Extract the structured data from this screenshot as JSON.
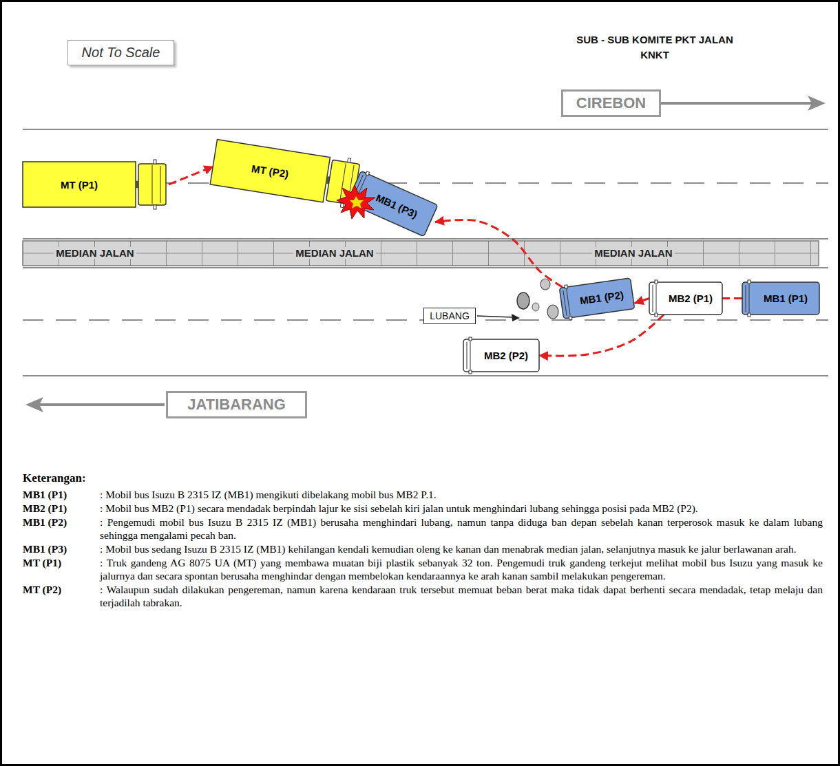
{
  "diagram": {
    "title": "SUB - SUB KOMITE PKT JALAN KNKT",
    "nodes": [
      {
        "text": [
          "Not To Scale"
        ]
      },
      {
        "text": [
          "CIREBON"
        ]
      },
      {
        "text": [
          "MT (P1)"
        ]
      },
      {
        "text": [
          "MT (P2)"
        ]
      },
      {
        "text": [
          "MB1 (P3)"
        ]
      },
      {
        "text": [
          "LUBANG"
        ]
      },
      {
        "text": [
          "MB1 (P2)"
        ]
      },
      {
        "text": [
          "MB2 (P1)"
        ]
      },
      {
        "text": [
          "MB1 (P1)"
        ]
      },
      {
        "text": [
          "MB2 (P2)"
        ]
      },
      {
        "text": [
          "JATIBARANG"
        ]
      }
    ],
    "edges": [
      {
        "from": 2,
        "to": 3,
        "arrow": "to"
      },
      {
        "from": 8,
        "to": 7,
        "arrow": "none"
      },
      {
        "from": 7,
        "to": 6,
        "arrow": "to"
      },
      {
        "from": 7,
        "to": 9,
        "arrow": "to"
      },
      {
        "from": 6,
        "to": 4,
        "arrow": "to"
      }
    ],
    "labels": [
      "MEDIAN JALAN",
      "MEDIAN JALAN",
      "MEDIAN JALAN",
      "Keterangan:",
      "MB1 (P1)",
      ": Mobil bus Isuzu B 2315 IZ (MB1) mengikuti dibelakang mobil bus MB2 P.1.",
      "MB2 (P1)",
      ": Mobil bus MB2 (P1) secara mendadak berpindah lajur ke sisi sebelah kiri jalan untuk menghindari lubang sehingga posisi pada MB2 (P2).",
      "MB1 (P2)",
      ": Pengemudi mobil bus Isuzu B 2315 IZ (MB1) berusaha menghindari lubang, namun tanpa diduga ban depan sebelah kanan terperosok masuk ke dalam lubang sehingga mengalami pecah ban.",
      "MB1 (P3)",
      ": Mobil bus sedang Isuzu B 2315 IZ (MB1) kehilangan kendali kemudian oleng ke kanan dan menabrak median jalan, selanjutnya masuk ke jalur berlawanan arah.",
      "MT (P1)",
      ": Truk gandeng AG 8075 UA (MT) yang membawa muatan biji plastik sebanyak 32 ton. Pengemudi truk gandeng terkejut melihat mobil bus Isuzu yang masuk ke jalurnya dan secara spontan berusaha menghindar dengan membelokan kendaraannya ke arah kanan sambil melakukan pengereman.",
      "MT (P2)",
      ": Walaupun sudah dilakukan pengereman, namun karena kendaraan truk tersebut memuat beban berat maka tidak dapat berhenti secara mendadak, tetap melaju dan terjadilah tabrakan."
    ]
  }
}
